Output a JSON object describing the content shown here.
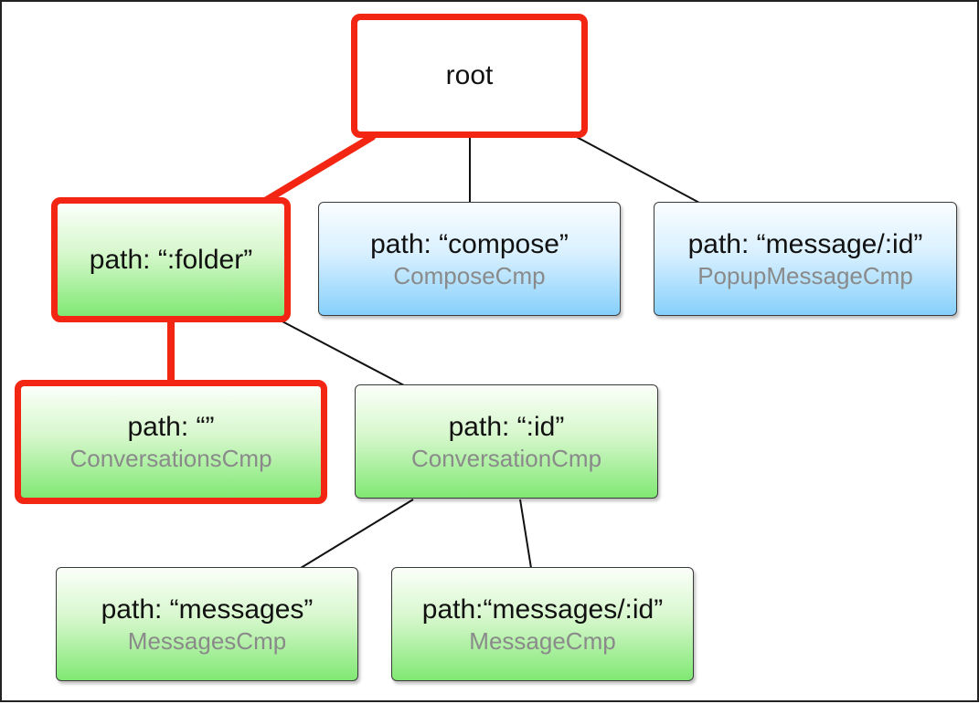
{
  "diagram": {
    "root": {
      "path": "root"
    },
    "folder": {
      "path": "path: “:folder”",
      "cmp": ""
    },
    "compose": {
      "path": "path: “compose”",
      "cmp": "ComposeCmp"
    },
    "popup": {
      "path": "path: “message/:id”",
      "cmp": "PopupMessageCmp"
    },
    "conversations": {
      "path": "path: “”",
      "cmp": "ConversationsCmp"
    },
    "conversation": {
      "path": "path: “:id”",
      "cmp": "ConversationCmp"
    },
    "messages": {
      "path": "path: “messages”",
      "cmp": "MessagesCmp"
    },
    "message": {
      "path": "path:“messages/:id”",
      "cmp": "MessageCmp"
    }
  },
  "colors": {
    "highlight": "#f22612",
    "edge": "#111111"
  }
}
